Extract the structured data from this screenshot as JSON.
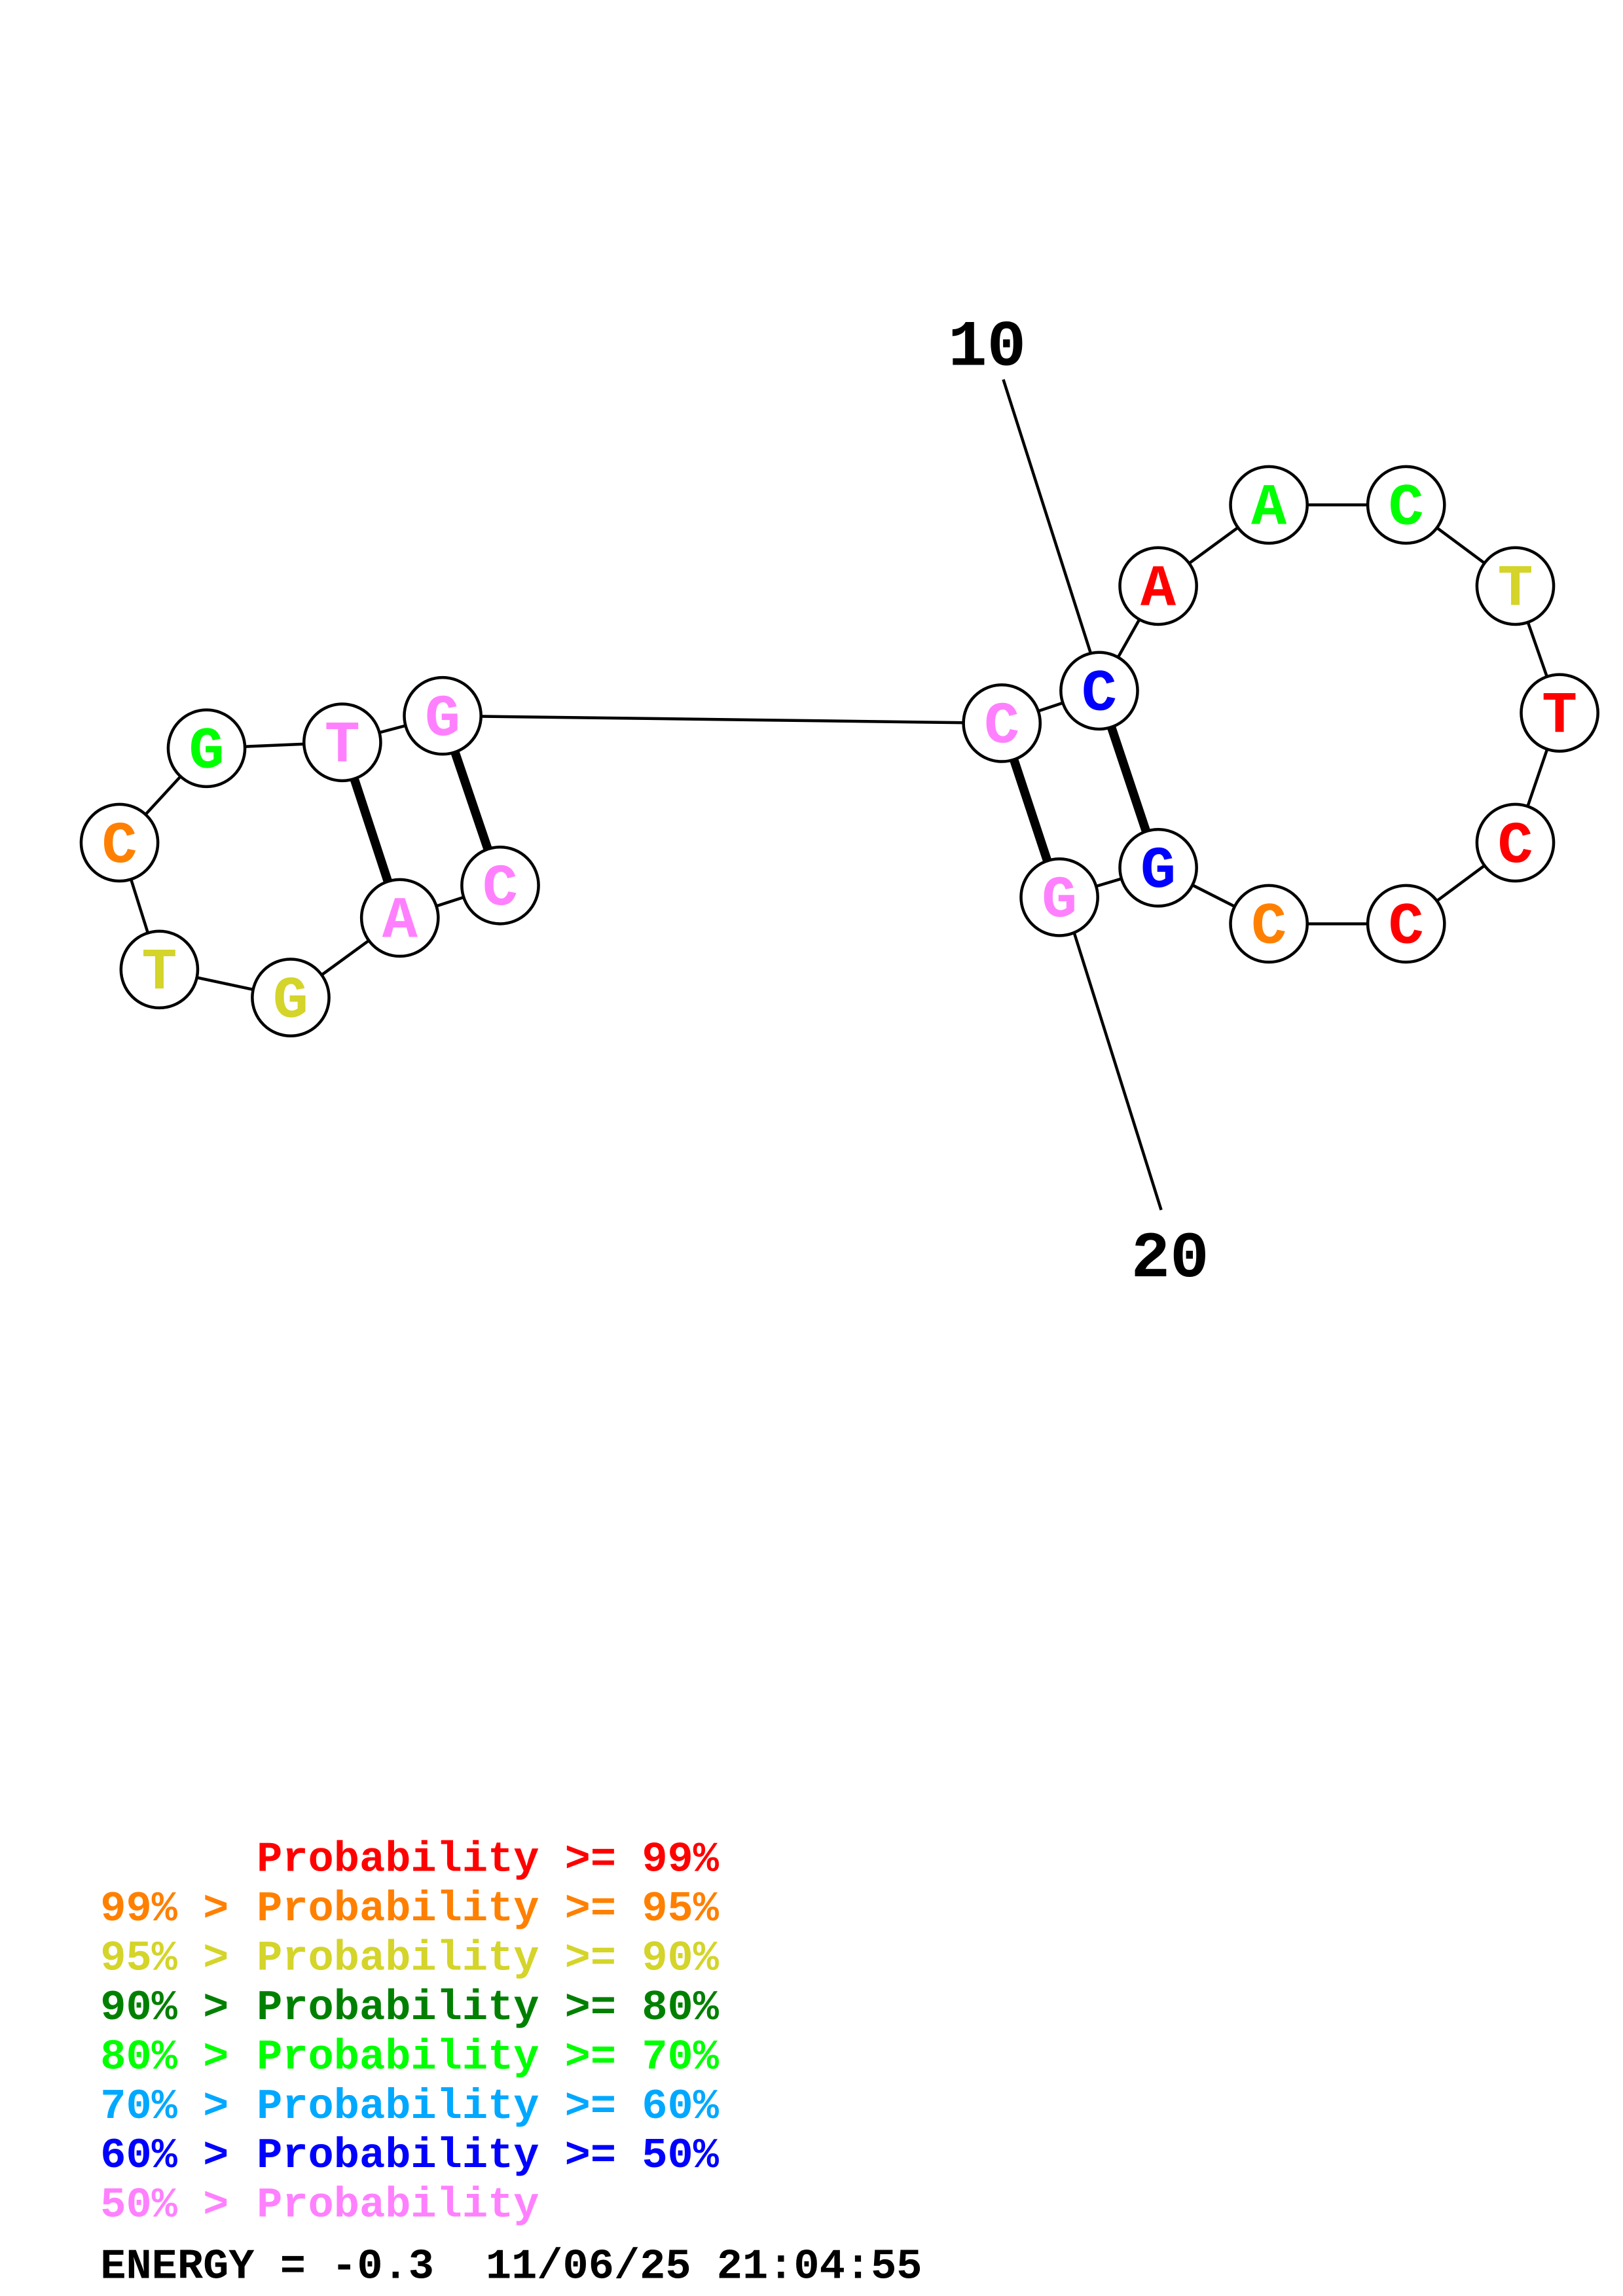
{
  "structure": {
    "sequence": [
      "C",
      "A",
      "G",
      "T",
      "C",
      "G",
      "T",
      "G",
      "C",
      "C",
      "A",
      "A",
      "C",
      "T",
      "T",
      "C",
      "C",
      "C",
      "G",
      "G"
    ],
    "probability_class": [
      "p50",
      "p50",
      "p95",
      "p95",
      "p99",
      "p80",
      "p50",
      "p50",
      "p50",
      "p60",
      "p100",
      "p80",
      "p80",
      "p95",
      "p100",
      "p100",
      "p100",
      "p99",
      "p60",
      "p50"
    ],
    "pairs": [
      [
        1,
        8
      ],
      [
        2,
        7
      ],
      [
        9,
        20
      ],
      [
        10,
        19
      ]
    ],
    "position_labels": [
      {
        "index": 10,
        "text": "10"
      },
      {
        "index": 20,
        "text": "20"
      }
    ]
  },
  "colors": {
    "p100": "#ff0000",
    "p99": "#ff8000",
    "p95": "#d4d42a",
    "p90": "#008000",
    "p80": "#00ff00",
    "p70": "#00a8ff",
    "p60": "#0000ff",
    "p50": "#ff80ff"
  },
  "legend": [
    {
      "prefix": "",
      "text": "Probability >= 99%",
      "cls": "p100"
    },
    {
      "prefix": "99% > ",
      "text": "Probability >= 95%",
      "cls": "p99"
    },
    {
      "prefix": "95% > ",
      "text": "Probability >= 90%",
      "cls": "p95"
    },
    {
      "prefix": "90% > ",
      "text": "Probability >= 80%",
      "cls": "p90"
    },
    {
      "prefix": "80% > ",
      "text": "Probability >= 70%",
      "cls": "p80"
    },
    {
      "prefix": "70% > ",
      "text": "Probability >= 60%",
      "cls": "p70"
    },
    {
      "prefix": "60% > ",
      "text": "Probability >= 50%",
      "cls": "p60"
    },
    {
      "prefix": "50% > ",
      "text": "Probability",
      "cls": "p50"
    }
  ],
  "footer": {
    "energy": "ENERGY = -0.3",
    "timestamp": "11/06/25 21:04:55"
  }
}
